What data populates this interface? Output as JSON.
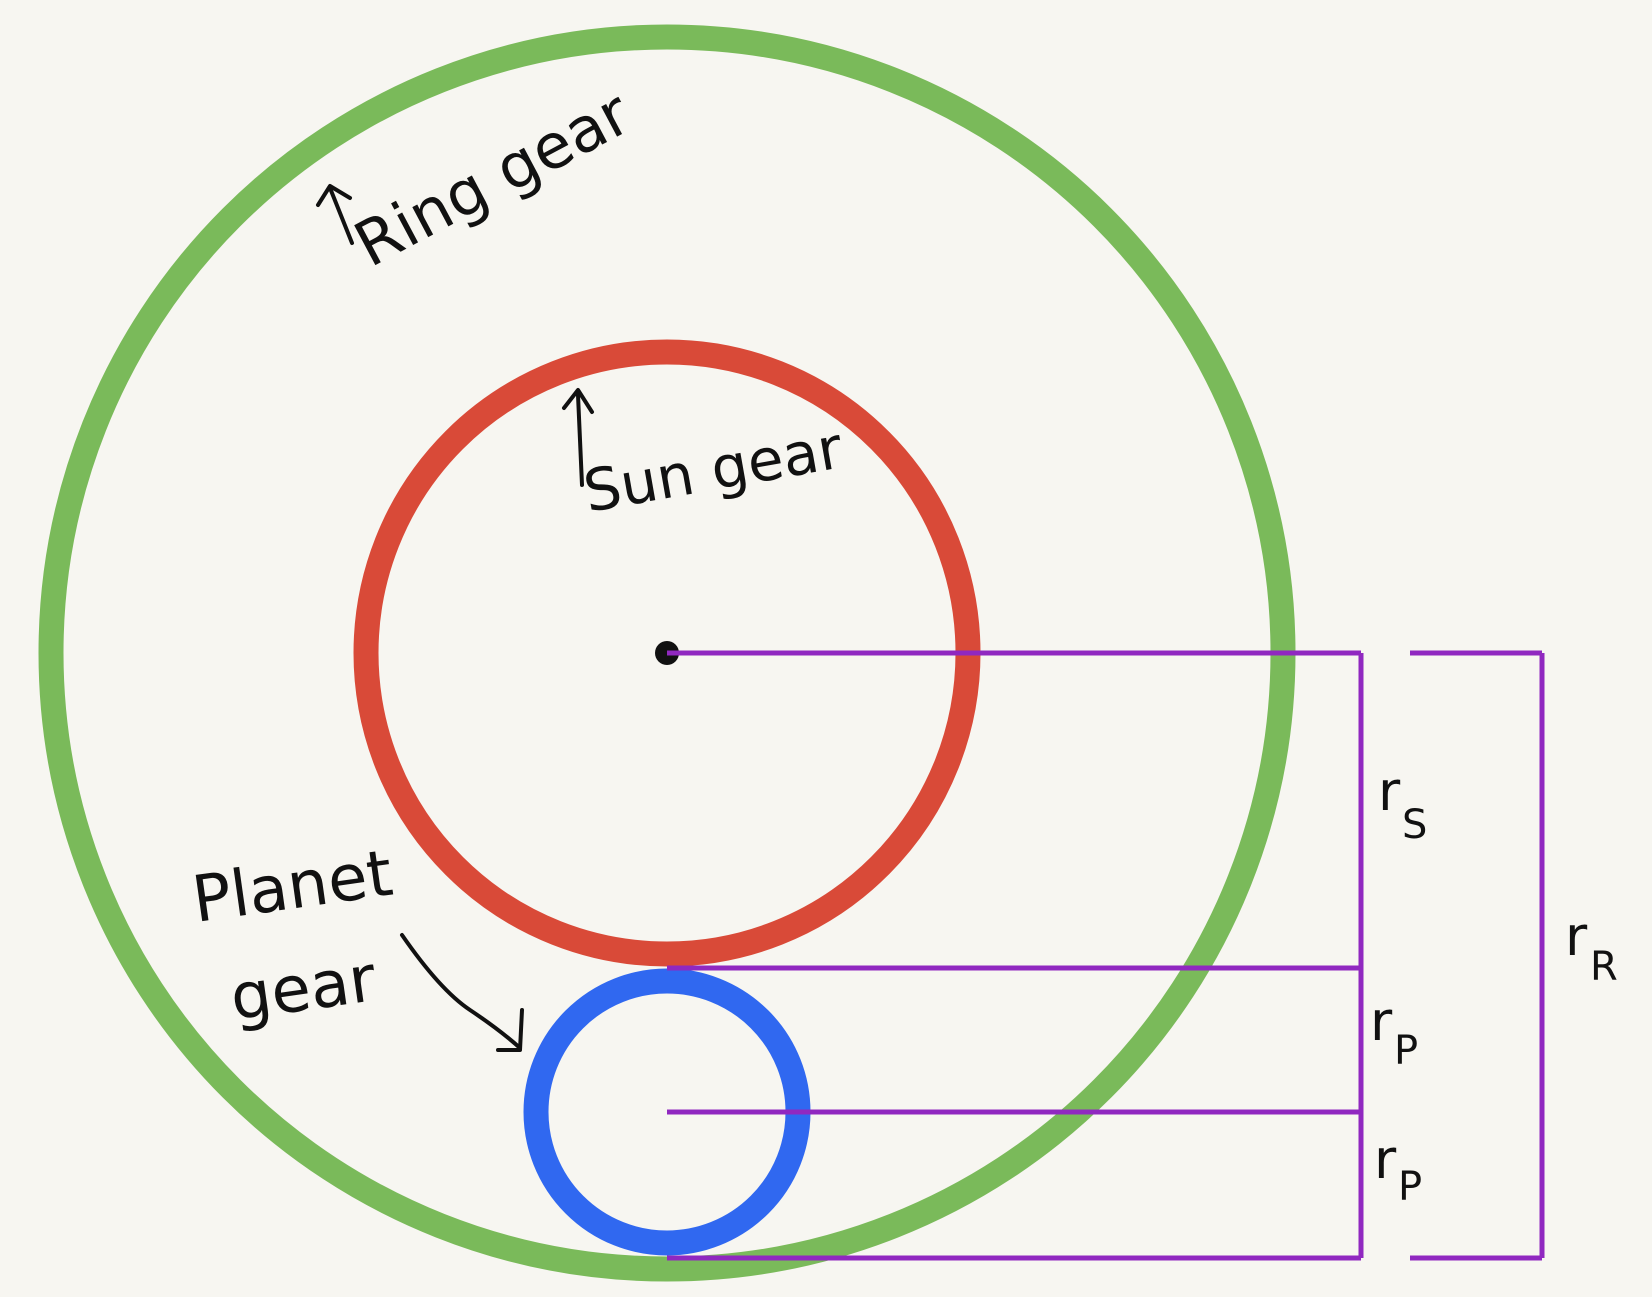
{
  "labels": {
    "ring": "Ring gear",
    "sun": "Sun gear",
    "planet_line1": "Planet",
    "planet_line2": "gear"
  },
  "dimensions": {
    "rs_main": "r",
    "rs_sub": "S",
    "rp1_main": "r",
    "rp1_sub": "P",
    "rp2_main": "r",
    "rp2_sub": "P",
    "rr_main": "r",
    "rr_sub": "R"
  },
  "colors": {
    "ring": "#7aba5a",
    "sun": "#d94a38",
    "planet": "#3068f0",
    "dimension": "#9028c0",
    "ink": "#111111",
    "background": "#f7f6f1"
  }
}
